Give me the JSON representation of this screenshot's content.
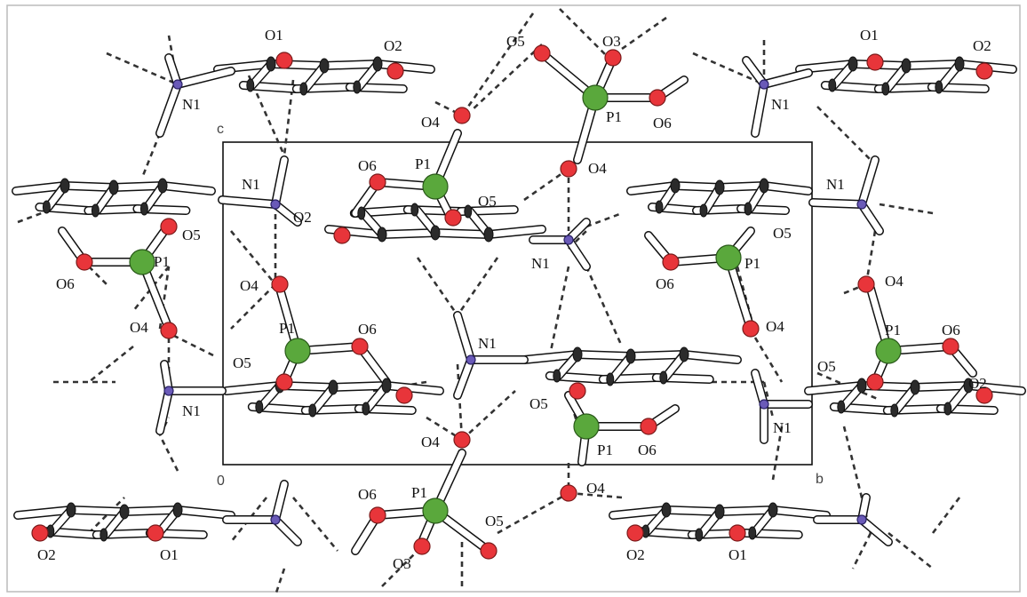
{
  "axis_labels": {
    "c": "c",
    "origin": "0",
    "b": "b"
  },
  "atom_labels": {
    "o1": "O1",
    "o2": "O2",
    "o3": "O3",
    "o4": "O4",
    "o5": "O5",
    "o6": "O6",
    "p1": "P1",
    "n1": "N1"
  },
  "colors": {
    "oxygen": "#e8353a",
    "phosphorus": "#5aa83c",
    "nitrogen": "#6a5ab8",
    "carbon": "#2b2b2b"
  }
}
